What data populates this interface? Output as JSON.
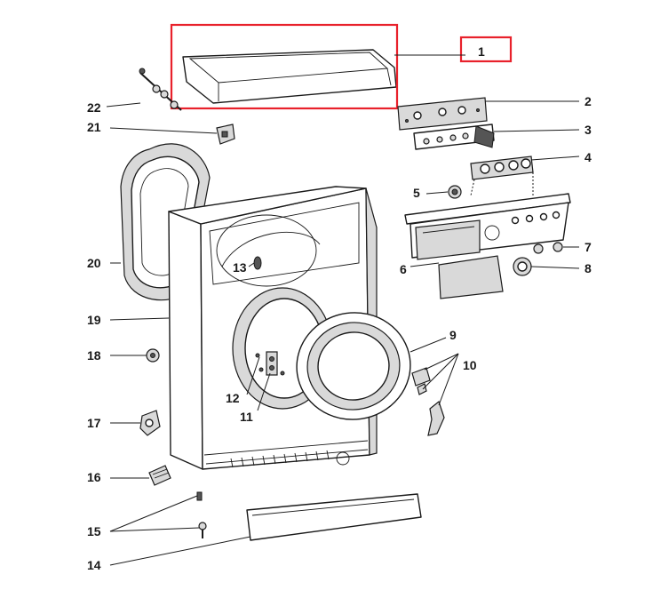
{
  "highlight_color": "#e8212b",
  "labels": {
    "p1": "1",
    "p2": "2",
    "p3": "3",
    "p4": "4",
    "p5": "5",
    "p6": "6",
    "p7": "7",
    "p8": "8",
    "p9": "9",
    "p10": "10",
    "p11": "11",
    "p12": "12",
    "p13": "13",
    "p14": "14",
    "p15": "15",
    "p16": "16",
    "p17": "17",
    "p18": "18",
    "p19": "19",
    "p20": "20",
    "p21": "21",
    "p22": "22"
  }
}
